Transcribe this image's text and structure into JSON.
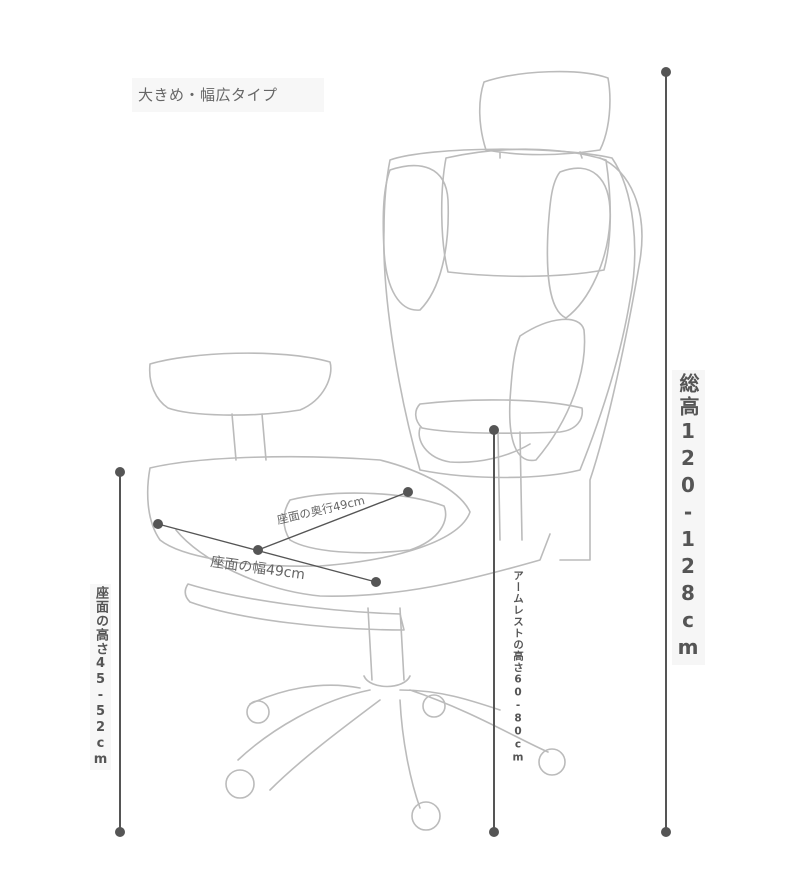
{
  "badge_text": "大きめ・幅広タイプ",
  "dimensions": {
    "total_height": "総高120-128cm",
    "seat_height": "座面の高さ45-52cm",
    "armrest_height": "アームレストの高さ60-80cm",
    "seat_depth": "座面の奥行49cm",
    "seat_width": "座面の幅49cm"
  },
  "colors": {
    "line": "#555555",
    "outline": "#b8b8b8",
    "background": "#ffffff"
  }
}
